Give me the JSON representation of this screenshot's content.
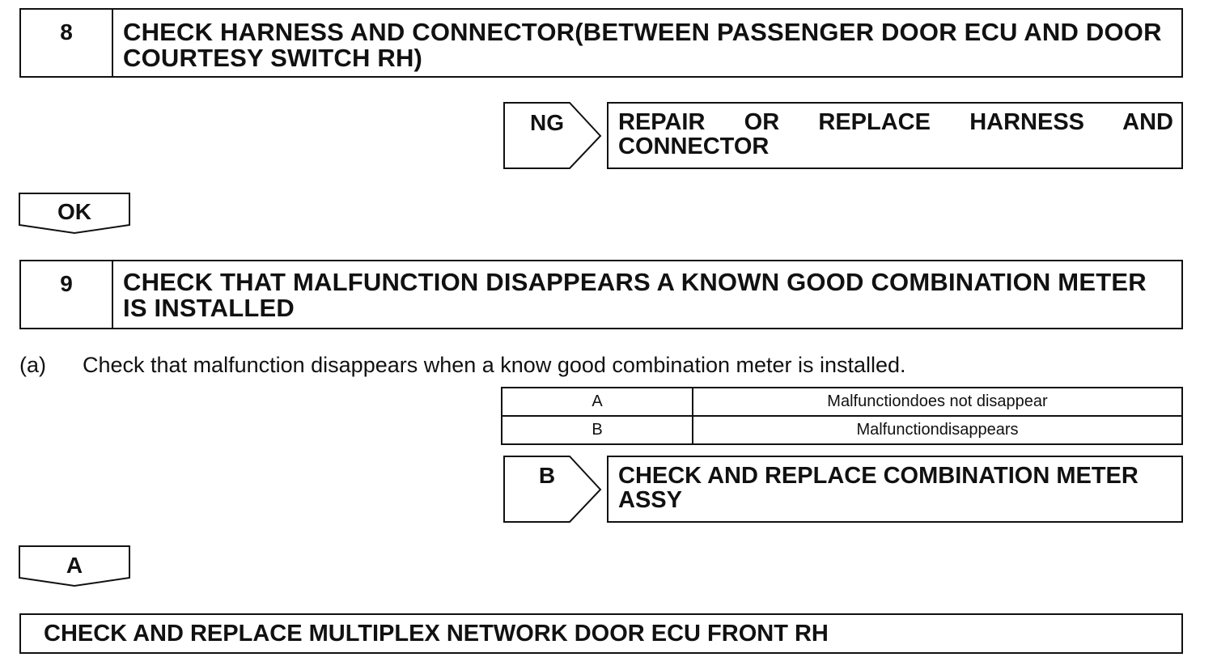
{
  "step8": {
    "number": "8",
    "title": "CHECK HARNESS AND CONNECTOR(BETWEEN PASSENGER DOOR ECU AND DOOR COURTESY SWITCH RH)"
  },
  "step8_ng": {
    "label": "NG",
    "result": "REPAIR OR REPLACE HARNESS AND CONNECTOR"
  },
  "step8_ok": {
    "label": "OK"
  },
  "step9": {
    "number": "9",
    "title": "CHECK THAT MALFUNCTION DISAPPEARS A KNOWN GOOD COMBINATION METER IS INSTALLED"
  },
  "step9_instruction": {
    "marker": "(a)",
    "text": "Check that malfunction disappears when a know good combination meter is installed."
  },
  "conditions_table": {
    "rows": [
      {
        "code": "A",
        "result": "Malfunctiondoes not disappear"
      },
      {
        "code": "B",
        "result": "Malfunctiondisappears"
      }
    ]
  },
  "step9_b": {
    "label": "B",
    "result": "CHECK AND REPLACE COMBINATION METER ASSY"
  },
  "step9_a": {
    "label": "A"
  },
  "final_action": {
    "text": "CHECK AND REPLACE MULTIPLEX NETWORK DOOR ECU FRONT RH"
  }
}
